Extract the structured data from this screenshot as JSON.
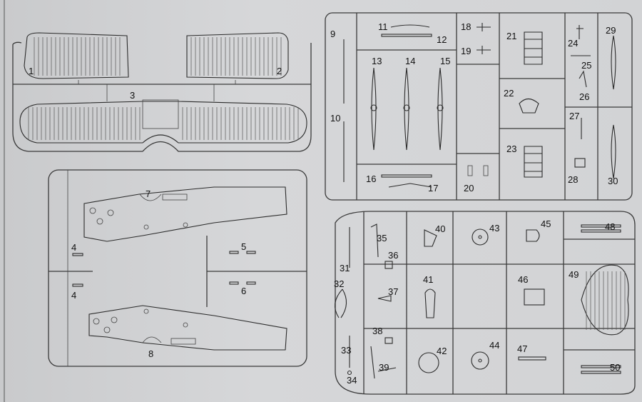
{
  "diagram": {
    "sprues": [
      {
        "id": "A",
        "parts": [
          "1",
          "2",
          "3"
        ]
      },
      {
        "id": "B",
        "parts": [
          "4",
          "4",
          "5",
          "6",
          "7",
          "8"
        ]
      },
      {
        "id": "C",
        "parts": [
          "9",
          "10",
          "11",
          "12",
          "13",
          "14",
          "15",
          "16",
          "17",
          "18",
          "19",
          "20",
          "21",
          "22",
          "23",
          "24",
          "25",
          "26",
          "27",
          "28",
          "29",
          "30"
        ]
      },
      {
        "id": "D",
        "parts": [
          "31",
          "32",
          "33",
          "34",
          "35",
          "36",
          "37",
          "38",
          "39",
          "40",
          "41",
          "42",
          "43",
          "44",
          "45",
          "46",
          "47",
          "48",
          "49",
          "50"
        ]
      }
    ]
  }
}
